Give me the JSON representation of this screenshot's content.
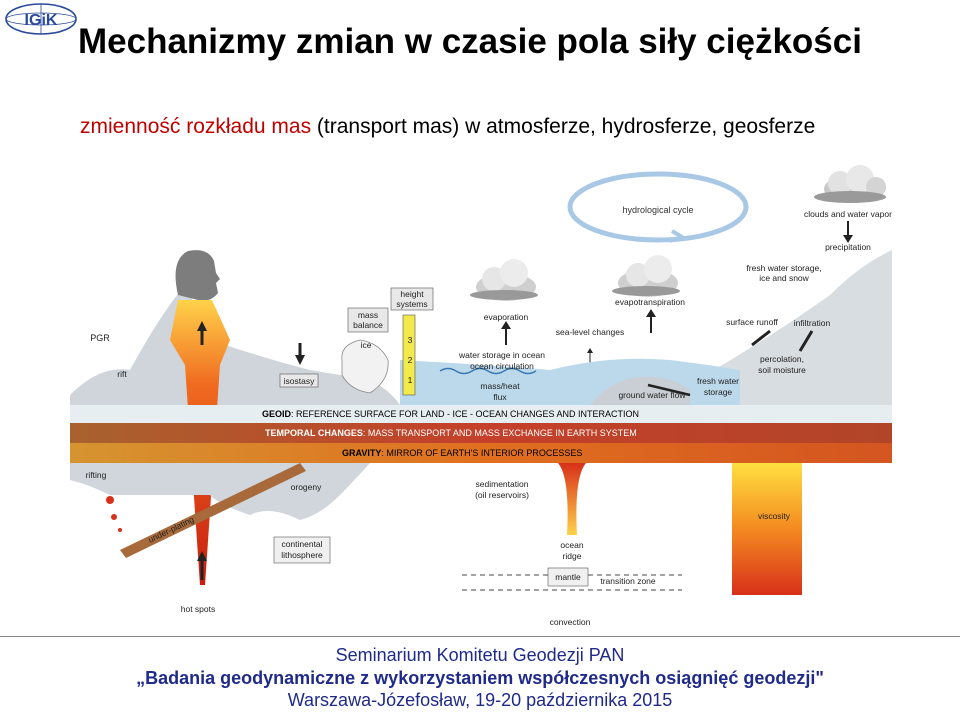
{
  "logo": {
    "text": "IGiK"
  },
  "header": {
    "title": "Mechanizmy zmian w czasie pola siły ciężkości",
    "subtitle_highlight": "zmienność rozkładu mas",
    "subtitle_rest": " (transport mas) w atmosferze, hydrosferze, geosferze"
  },
  "diagram": {
    "labels": {
      "hydrological_cycle": "hydrological cycle",
      "clouds": "clouds and water vapor",
      "precipitation": "precipitation",
      "fresh_water": "fresh water storage,",
      "fresh_water2": "ice and snow",
      "evapotranspiration": "evapotranspiration",
      "evaporation": "evaporation",
      "sea_level": "sea-level changes",
      "surface_runoff": "surface runoff",
      "infiltration": "infiltration",
      "percolation": "percolation,",
      "soil_moisture": "soil moisture",
      "fresh_water_storage": "fresh water",
      "fresh_water_storage2": "storage",
      "ground_water": "ground water flow",
      "water_ocean": "water storage in ocean",
      "ocean_circ": "ocean circulation",
      "mass_heat": "mass/heat",
      "flux": "flux",
      "height": "height",
      "systems": "systems",
      "mass": "mass",
      "balance": "balance",
      "ice": "ice",
      "pgr": "PGR",
      "rift": "rift",
      "isostasy": "isostasy",
      "geoid_bold": "GEOID",
      "geoid_rest": ": REFERENCE SURFACE FOR LAND - ICE - OCEAN CHANGES AND INTERACTION",
      "temporal_bold": "TEMPORAL CHANGES",
      "temporal_rest": ": MASS TRANSPORT AND MASS EXCHANGE IN EARTH SYSTEM",
      "gravity_bold": "GRAVITY",
      "gravity_rest": ": MIRROR OF EARTH'S INTERIOR PROCESSES",
      "rifting": "rifting",
      "orogeny": "orogeny",
      "sedimentation": "sedimentation",
      "oil": "(oil reservoirs)",
      "viscosity": "viscosity",
      "underplating": "under-plating",
      "continental": "continental",
      "lithosphere": "lithosphere",
      "ocean": "ocean",
      "ridge": "ridge",
      "mantle": "mantle",
      "transition": "transition zone",
      "hot_spots": "hot spots",
      "convection": "convection",
      "scale_ticks": [
        "3",
        "2",
        "1"
      ]
    }
  },
  "footer": {
    "line1": "Seminarium Komitetu Geodezji PAN",
    "line2": "„Badania geodynamiczne z wykorzystaniem współczesnych osiągnięć geodezji\"",
    "line3": "Warszawa-Józefosław, 19-20 października 2015"
  },
  "colors": {
    "title": "#000000",
    "subtitle_accent": "#c00000",
    "footer": "#1f2a8a",
    "magma": "#d8301a",
    "band_temporal": "#c4402a",
    "band_gravity": "#e07020"
  }
}
